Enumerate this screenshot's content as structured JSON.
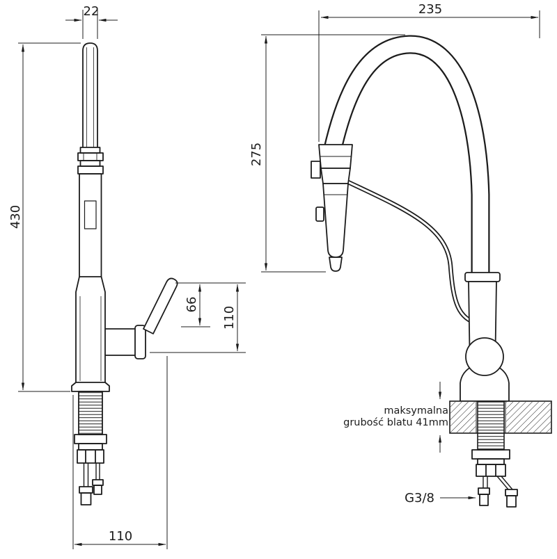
{
  "drawing": {
    "side_view": {
      "spout_width": "22",
      "total_height": "430",
      "handle_dim_inner": "66",
      "handle_dim_outer": "110",
      "base_width": "110"
    },
    "front_view": {
      "spout_reach": "235",
      "spout_height": "275",
      "counter_note_line1": "maksymalna",
      "counter_note_line2": "grubość blatu 41mm",
      "connection_thread": "G3/8"
    }
  }
}
